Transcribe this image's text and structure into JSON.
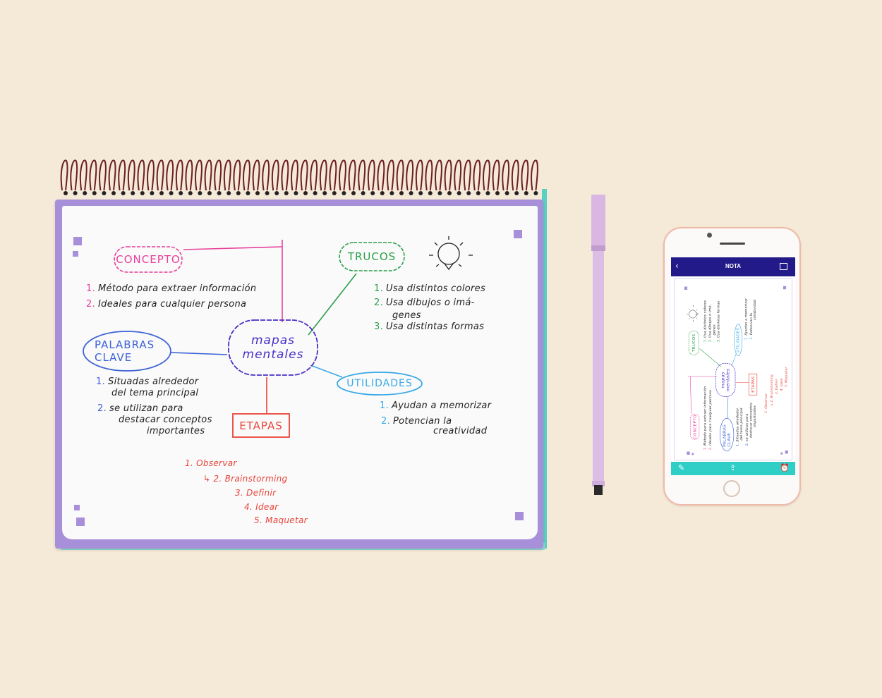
{
  "notebook": {
    "concepto": {
      "title": "CONCEPTO",
      "items": [
        {
          "n": "1.",
          "t": "Método para extraer información"
        },
        {
          "n": "2.",
          "t": "Ideales para cualquier persona"
        }
      ]
    },
    "trucos": {
      "title": "TRUCOS",
      "items": [
        {
          "n": "1.",
          "t": "Usa distintos colores"
        },
        {
          "n": "2.",
          "t": "Usa dibujos o imá-"
        },
        {
          "n": "",
          "t": "genes"
        },
        {
          "n": "3.",
          "t": "Usa distintas formas"
        }
      ]
    },
    "center": {
      "line1": "mapas",
      "line2": "mentales"
    },
    "palabras": {
      "line1": "PALABRAS",
      "line2": "CLAVE",
      "items": [
        {
          "n": "1.",
          "t": "Situadas alrededor"
        },
        {
          "n": "",
          "t": "del tema principal"
        },
        {
          "n": "2.",
          "t": "se utilizan para"
        },
        {
          "n": "",
          "t": "destacar conceptos"
        },
        {
          "n": "",
          "t": "importantes"
        }
      ]
    },
    "utilidades": {
      "title": "UTILIDADES",
      "items": [
        {
          "n": "1.",
          "t": "Ayudan a memorizar"
        },
        {
          "n": "2.",
          "t": "Potencian la"
        },
        {
          "n": "",
          "t": "creatividad"
        }
      ]
    },
    "etapas": {
      "title": "ETAPAS",
      "steps": [
        "1. Observar",
        "↳ 2. Brainstorming",
        "3. Definir",
        "4. Idear",
        "5. Maquetar"
      ]
    }
  },
  "phone": {
    "title": "NOTA",
    "back_icon": "chevron-left-icon",
    "calendar_icon": "calendar-icon",
    "footer_icons": [
      "pencil-icon",
      "share-icon",
      "alarm-icon"
    ]
  },
  "colors": {
    "background": "#f5e9d8",
    "cover": "#a78fd9",
    "pink": "#e8409a",
    "green": "#2aa04a",
    "purple": "#4a2fc6",
    "blue": "#3d63d6",
    "lightblue": "#3aa9e6",
    "red": "#e8453a",
    "phone_header": "#231a8a",
    "phone_footer": "#2fcfc7"
  }
}
